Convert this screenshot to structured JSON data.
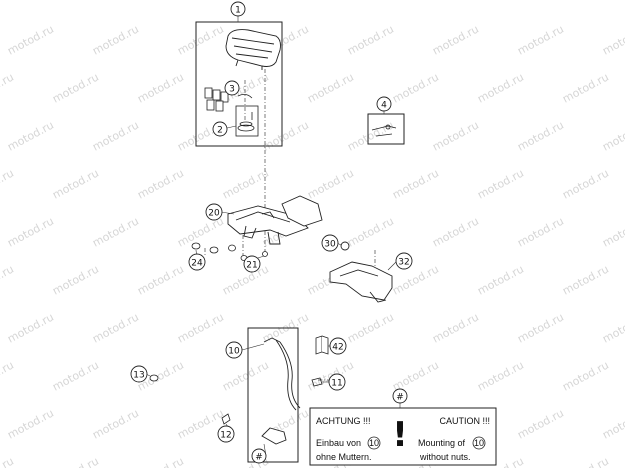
{
  "watermark": "motod.ru",
  "callouts": {
    "c1": "1",
    "c2": "2",
    "c3": "3",
    "c4": "4",
    "c10": "10",
    "c11": "11",
    "c12": "12",
    "c13": "13",
    "c20": "20",
    "c21": "21",
    "c24": "24",
    "c30": "30",
    "c32": "32",
    "c42": "42",
    "hash_note": "#",
    "hash_group": "#"
  },
  "note": {
    "de_title": "ACHTUNG !!!",
    "de_line1": "Einbau von",
    "de_ref": "10",
    "de_line2": "ohne Muttern.",
    "en_title": "CAUTION !!!",
    "en_line1": "Mounting of",
    "en_ref": "10",
    "en_line2": "without nuts.",
    "warning_glyph": "!"
  }
}
